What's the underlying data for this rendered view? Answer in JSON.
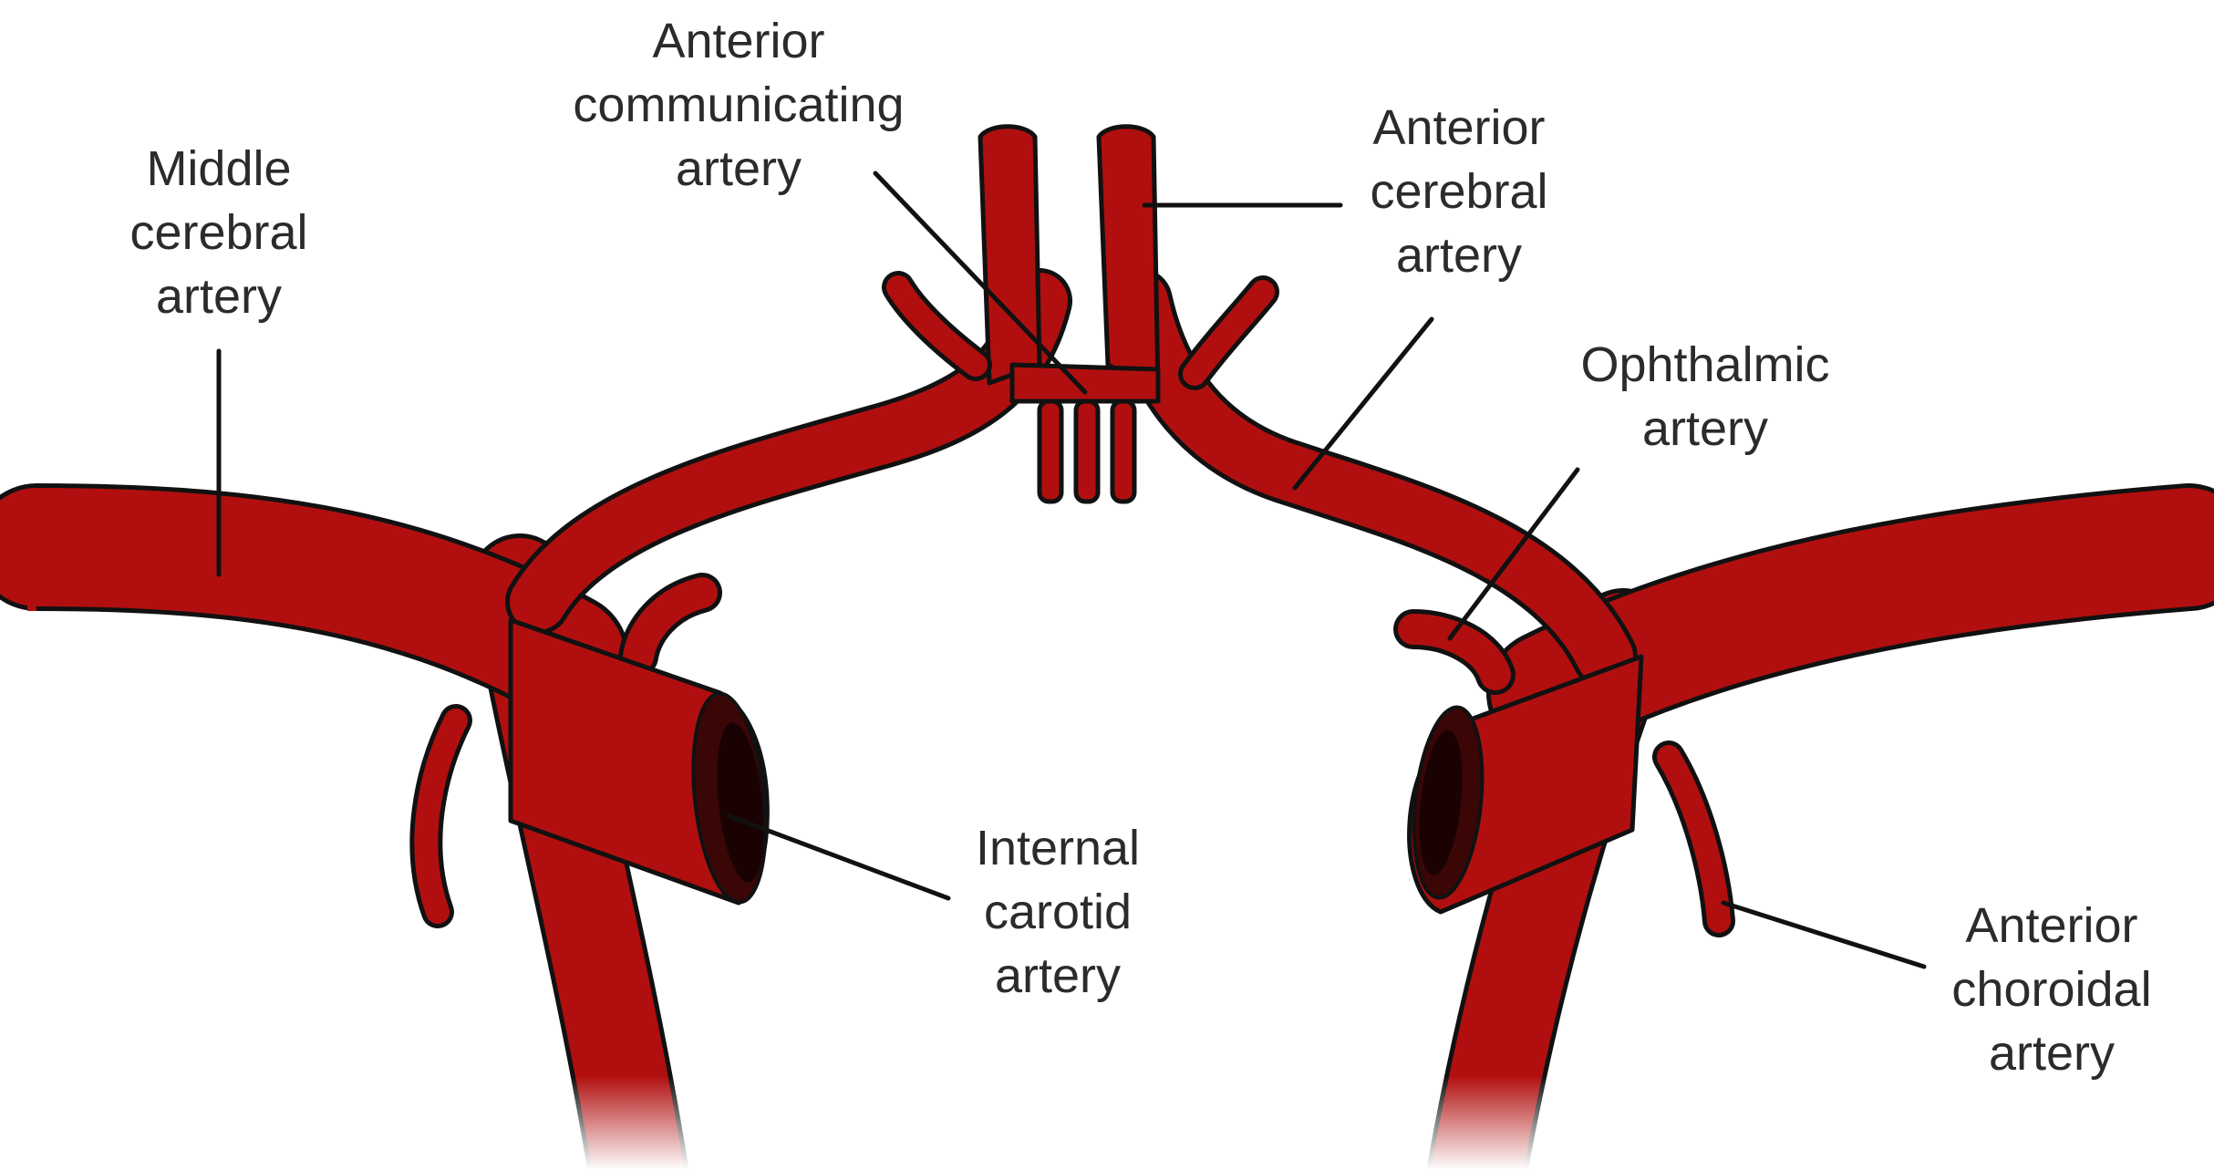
{
  "labels": {
    "middle_cerebral": [
      "Middle",
      "cerebral",
      "artery"
    ],
    "anterior_communicating": [
      "Anterior",
      "communicating",
      "artery"
    ],
    "anterior_cerebral": [
      "Anterior",
      "cerebral",
      "artery"
    ],
    "ophthalmic": [
      "Ophthalmic",
      "artery"
    ],
    "internal_carotid": [
      "Internal",
      "carotid",
      "artery"
    ],
    "anterior_choroidal": [
      "Anterior",
      "choroidal",
      "artery"
    ]
  },
  "colors": {
    "vessel": "#b10f0f",
    "outline": "#111111",
    "lumen": "#3a0606",
    "text": "#2b2b2b"
  }
}
